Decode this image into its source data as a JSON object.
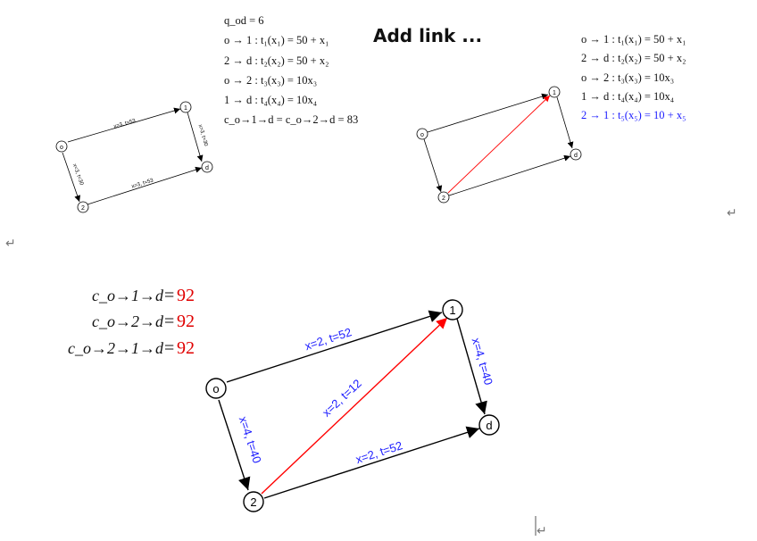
{
  "title": "Add link ...",
  "paragraph_mark": "↵",
  "colors": {
    "text": "#111111",
    "added_link": "#ff0000",
    "added_link_text": "#1a1aff",
    "flow_label": "#1a1aff",
    "cost_value": "#e00000",
    "node": "#000000"
  },
  "original": {
    "equations": [
      "q_od = 6",
      "o → 1 : t₁(x₁) = 50 + x₁",
      "2 → d : t₂(x₂) = 50 + x₂",
      "o → 2 : t₃(x₃) = 10x₃",
      "1 → d : t₄(x₄) = 10x₄",
      "c_o→1→d = c_o→2→d = 83"
    ],
    "nodes": [
      "o",
      "1",
      "2",
      "d"
    ],
    "edge_labels": {
      "o1": "x=3, t=53",
      "1d": "x=3, t=30",
      "o2": "x=3, t=30",
      "2d": "x=3, t=53"
    }
  },
  "new_network": {
    "equations": [
      "o → 1 : t₁(x₁) = 50 + x₁",
      "2 → d : t₂(x₂) = 50 + x₂",
      "o → 2 : t₃(x₃) = 10x₃",
      "1 → d : t₄(x₄) = 10x₄"
    ],
    "added_equation": "2 → 1 : t₅(x₅) = 10 + x₅",
    "nodes": [
      "o",
      "1",
      "2",
      "d"
    ]
  },
  "result": {
    "costs": [
      {
        "path": "c_o→1→d",
        "eq": "=",
        "value": "92"
      },
      {
        "path": "c_o→2→d",
        "eq": "=",
        "value": "92"
      },
      {
        "path": "c_o→2→1→d",
        "eq": "=",
        "value": "92"
      }
    ],
    "nodes": [
      "o",
      "1",
      "2",
      "d"
    ],
    "edge_labels": {
      "o1": "x=2, t=52",
      "1d": "x=4, t=40",
      "o2": "x=4, t=40",
      "2d": "x=2, t=52",
      "21": "x=2, t=12"
    }
  }
}
